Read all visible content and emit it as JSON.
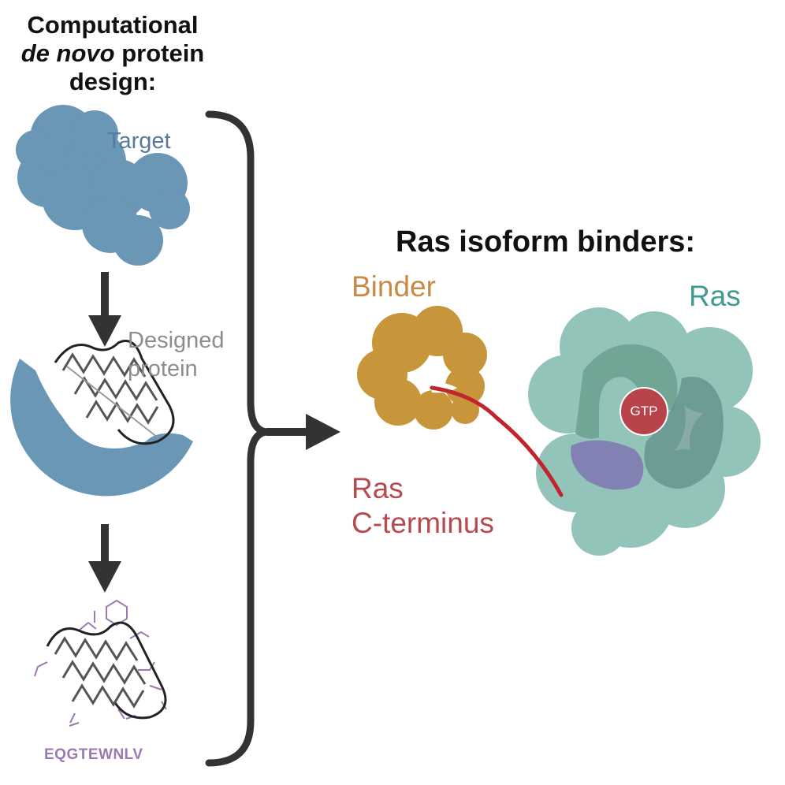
{
  "left_panel": {
    "title_line1": "Computational",
    "title_line2_em": "de novo",
    "title_line2_rest": " protein",
    "title_line3": "design:",
    "target_label": "Target",
    "designed_label_line1": "Designed",
    "designed_label_line2": "protein",
    "sequence_label": "EQGTEWNLV"
  },
  "right_panel": {
    "title": "Ras isoform binders:",
    "binder_label": "Binder",
    "ras_label": "Ras",
    "cterminus_line1": "Ras",
    "cterminus_line2": "C-terminus",
    "gtp_label": "GTP"
  },
  "colors": {
    "target_blob": "#6b97b6",
    "binder_blob": "#c8963a",
    "ras_outer": "#93c4b9",
    "ras_inner": "#6ea392",
    "ras_lobe": "#5f8f8a",
    "gtp_circle": "#b8434a",
    "cterminus_line": "#c0242c",
    "purple_region": "#7f7bb3",
    "arrow": "#333333"
  }
}
